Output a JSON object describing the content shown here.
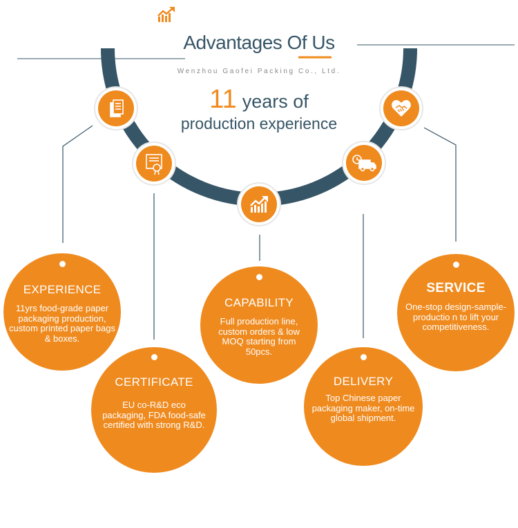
{
  "header": {
    "title": "Advantages Of Us",
    "subtitle": "Wenzhou Gaofei Packing Co., Ltd.",
    "years_number": "11",
    "years_text": "years of",
    "production_text": "production experience"
  },
  "colors": {
    "accent": "#ef8a1e",
    "dark": "#365566",
    "white": "#ffffff"
  },
  "icons": [
    "chart-growth-icon",
    "documents-icon",
    "certificate-icon",
    "handshake-icon",
    "delivery-truck-icon"
  ],
  "advantages": [
    {
      "title": "EXPERIENCE",
      "body": "11yrs food-grade paper packaging production, custom printed paper bags & boxes."
    },
    {
      "title": "CERTIFICATE",
      "body": "EU co-R&D eco packaging, FDA food-safe certified with strong R&D."
    },
    {
      "title": "CAPABILITY",
      "body": "Full production line, custom orders & low MOQ starting from 50pcs."
    },
    {
      "title": "DELIVERY",
      "body": "Top Chinese paper packaging maker, on-time global shipment."
    },
    {
      "title": "SERVICE",
      "body": "One-stop design-sample-productio n to lift your competitiveness."
    }
  ]
}
